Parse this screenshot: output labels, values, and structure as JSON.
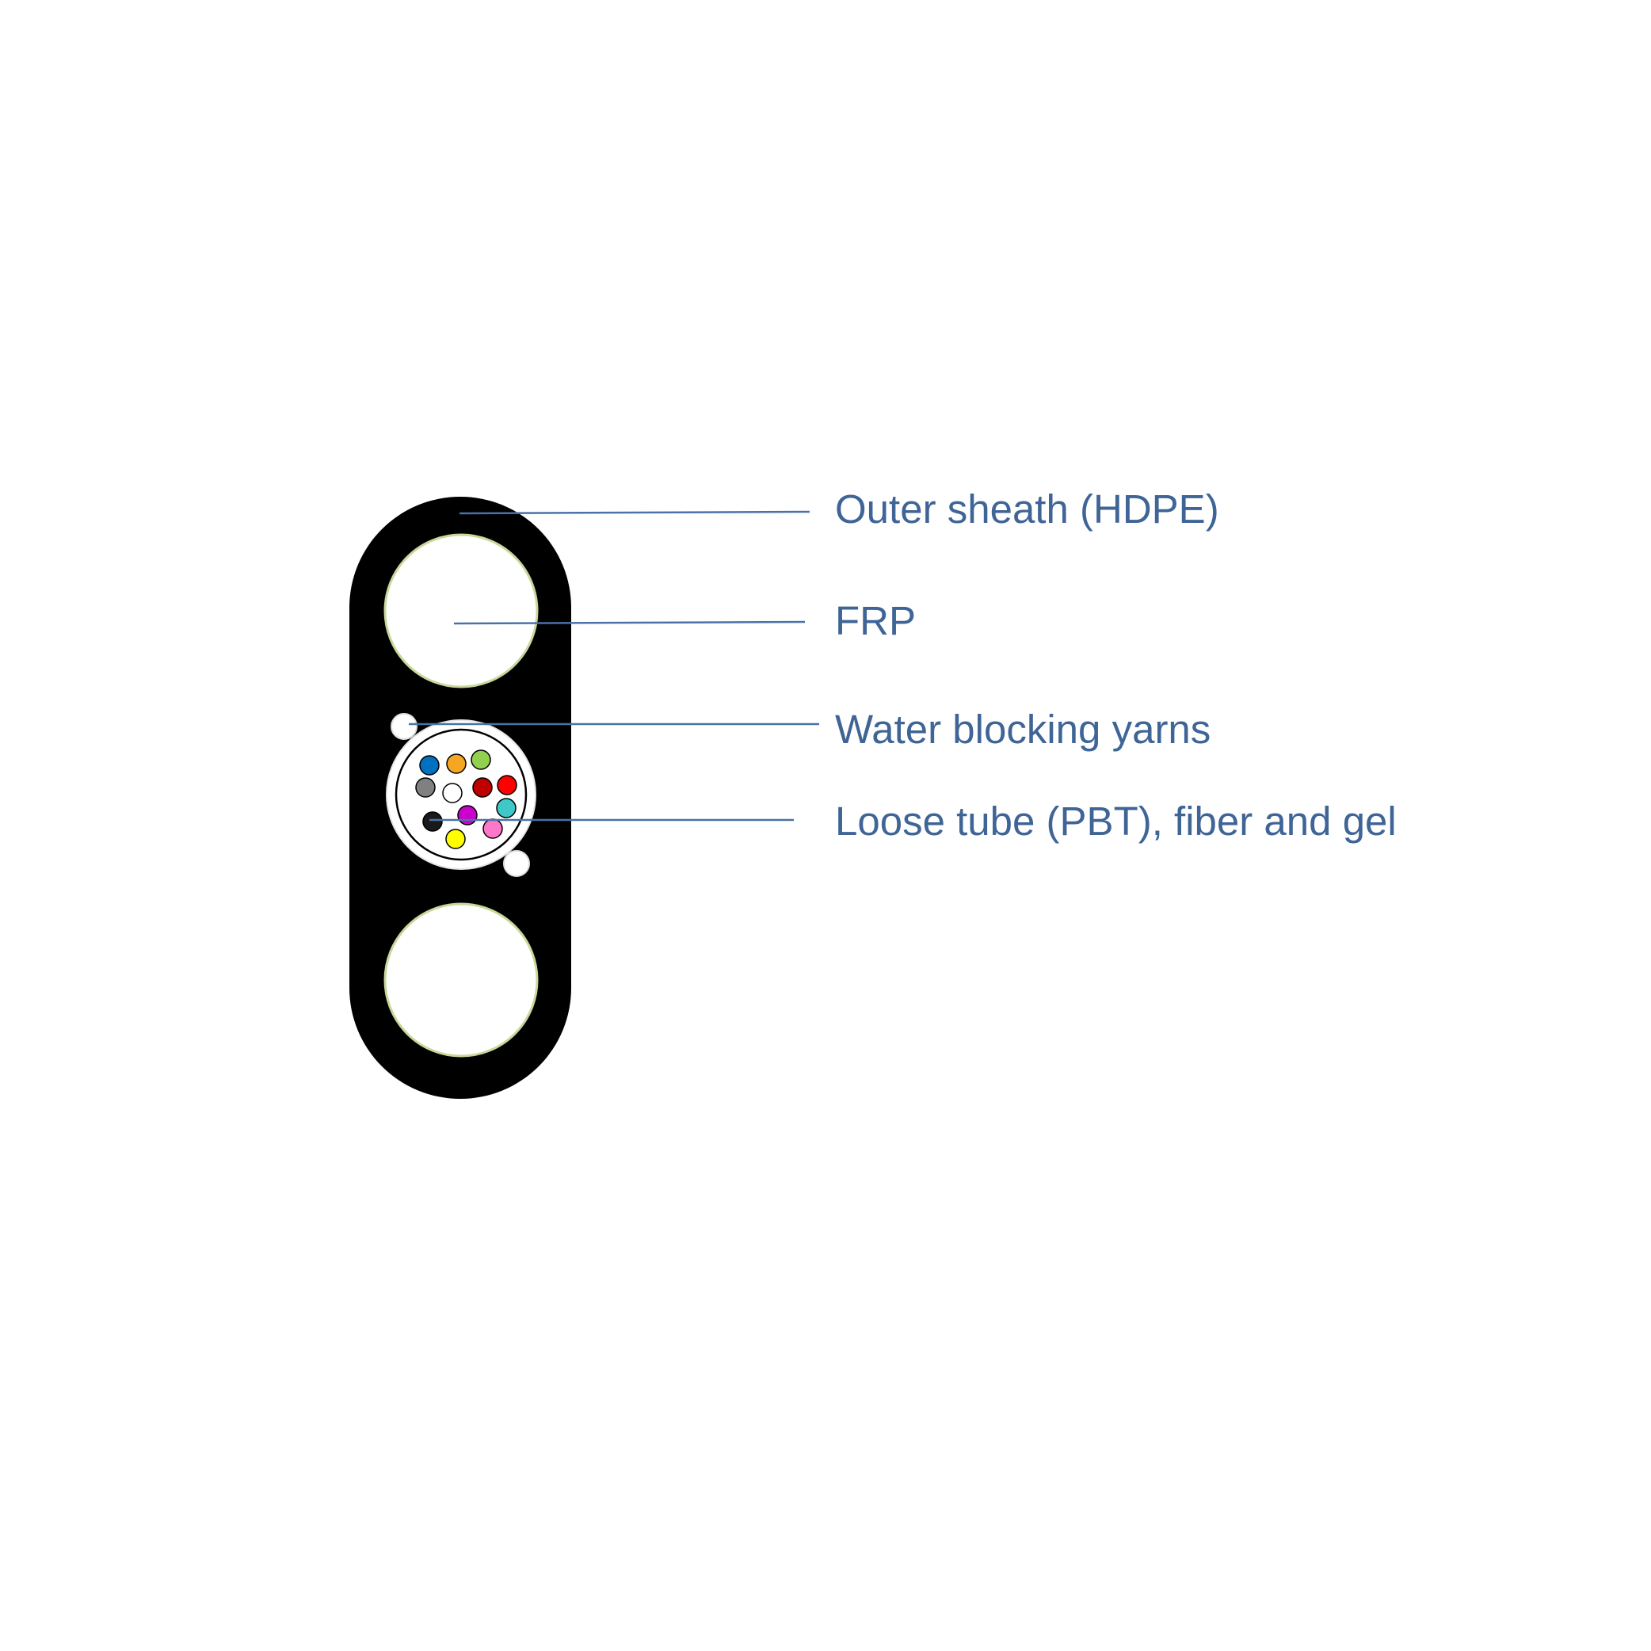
{
  "labels": {
    "outer_sheath": "Outer sheath (HDPE)",
    "frp": "FRP",
    "water_blocking": "Water blocking yarns",
    "loose_tube": "Loose tube (PBT), fiber and gel"
  },
  "colors": {
    "label_text": "#3f6496",
    "leader_line": "#4a72a8",
    "sheath": "#000000",
    "frp_fill": "#ffffff",
    "frp_outline": "#c8d89a",
    "tube_fill": "#ffffff",
    "tube_outline": "#000000"
  },
  "fibers": [
    {
      "name": "blue",
      "color": "#0070c0"
    },
    {
      "name": "orange",
      "color": "#f5a623"
    },
    {
      "name": "green",
      "color": "#92d050"
    },
    {
      "name": "gray",
      "color": "#808080"
    },
    {
      "name": "white",
      "color": "#ffffff"
    },
    {
      "name": "dark-red",
      "color": "#c00000"
    },
    {
      "name": "red",
      "color": "#ff0000"
    },
    {
      "name": "black",
      "color": "#1a1a1a"
    },
    {
      "name": "violet",
      "color": "#cc00cc"
    },
    {
      "name": "aqua",
      "color": "#40c8c8"
    },
    {
      "name": "yellow",
      "color": "#ffff00"
    },
    {
      "name": "pink",
      "color": "#ff77c8"
    }
  ]
}
